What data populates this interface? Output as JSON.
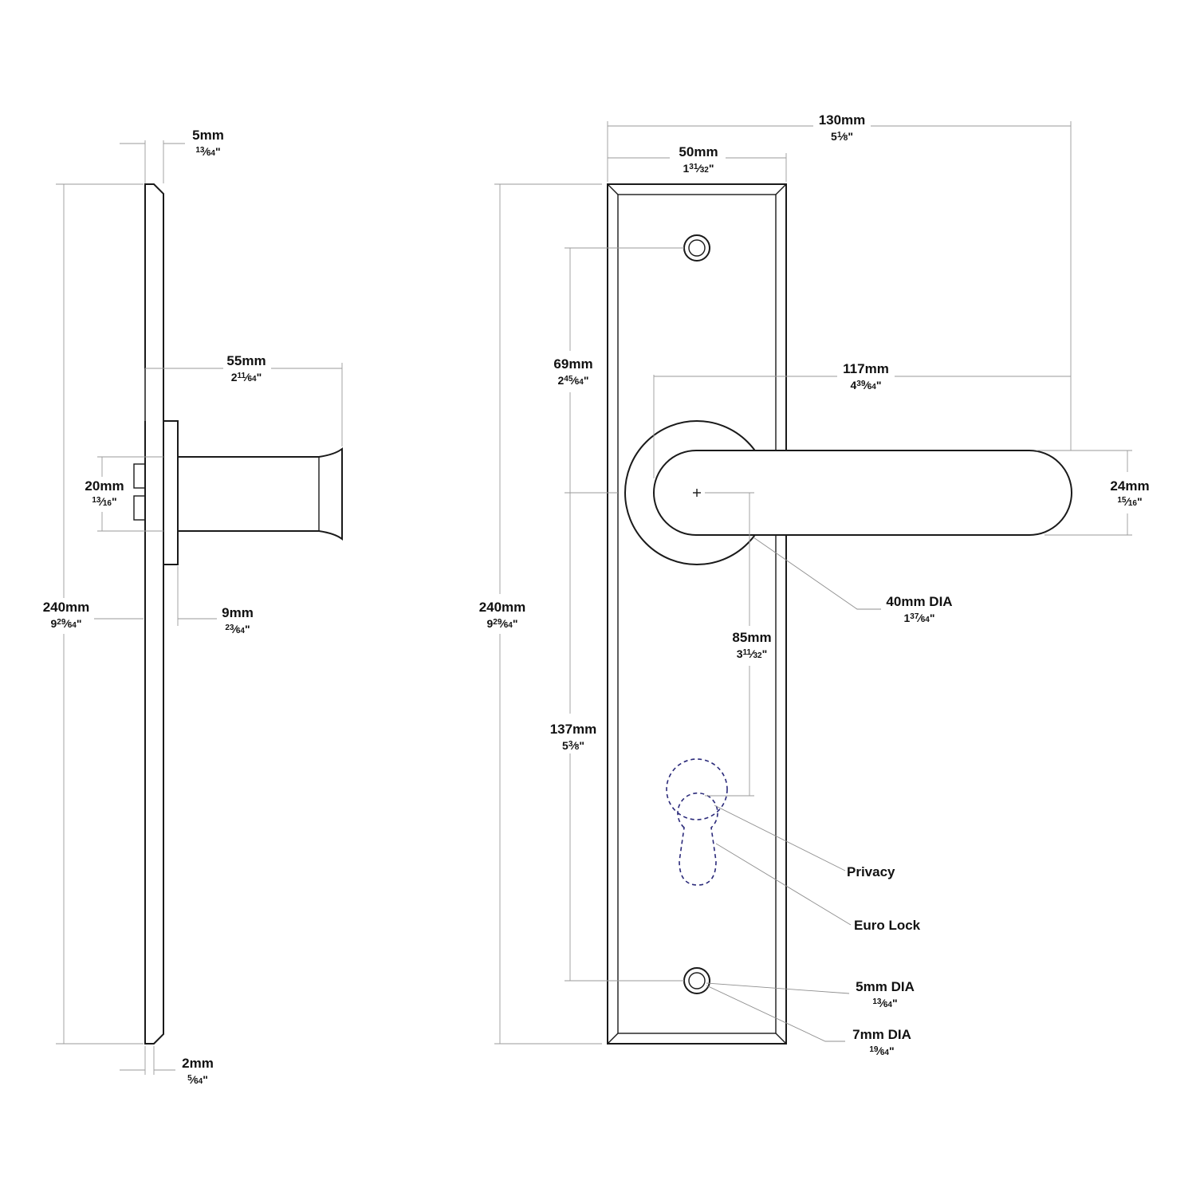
{
  "side_view": {
    "plate_thickness": {
      "mm": "5mm",
      "inch": {
        "whole": "",
        "num": "13",
        "den": "64"
      }
    },
    "edge_thickness": {
      "mm": "2mm",
      "inch": {
        "whole": "",
        "num": "5",
        "den": "64"
      }
    },
    "height": {
      "mm": "240mm",
      "inch": {
        "whole": "9",
        "num": "29",
        "den": "64"
      }
    },
    "projection": {
      "mm": "55mm",
      "inch": {
        "whole": "2",
        "num": "11",
        "den": "64"
      }
    },
    "rose_depth": {
      "mm": "9mm",
      "inch": {
        "whole": "",
        "num": "23",
        "den": "64"
      }
    },
    "spindle": {
      "mm": "20mm",
      "inch": {
        "whole": "",
        "num": "13",
        "den": "16"
      }
    }
  },
  "front_view": {
    "overall_width": {
      "mm": "130mm",
      "inch": {
        "whole": "5",
        "num": "1",
        "den": "8"
      }
    },
    "plate_width": {
      "mm": "50mm",
      "inch": {
        "whole": "1",
        "num": "31",
        "den": "32"
      }
    },
    "height": {
      "mm": "240mm",
      "inch": {
        "whole": "9",
        "num": "29",
        "den": "64"
      }
    },
    "top_screw_to_spindle": {
      "mm": "69mm",
      "inch": {
        "whole": "2",
        "num": "45",
        "den": "64"
      }
    },
    "lever_length": {
      "mm": "117mm",
      "inch": {
        "whole": "4",
        "num": "39",
        "den": "64"
      }
    },
    "lever_height": {
      "mm": "24mm",
      "inch": {
        "whole": "",
        "num": "15",
        "den": "16"
      }
    },
    "rose_diameter": {
      "mm": "40mm DIA",
      "inch": {
        "whole": "1",
        "num": "37",
        "den": "64"
      }
    },
    "spindle_to_lock": {
      "mm": "85mm",
      "inch": {
        "whole": "3",
        "num": "11",
        "den": "32"
      }
    },
    "spindle_to_bottom_screw": {
      "mm": "137mm",
      "inch": {
        "whole": "5",
        "num": "3",
        "den": "8"
      }
    },
    "privacy_label": "Privacy",
    "euro_lock_label": "Euro Lock",
    "screw_hole": {
      "mm": "5mm DIA",
      "inch": {
        "whole": "",
        "num": "13",
        "den": "64"
      }
    },
    "screw_head": {
      "mm": "7mm DIA",
      "inch": {
        "whole": "",
        "num": "19",
        "den": "64"
      }
    }
  }
}
